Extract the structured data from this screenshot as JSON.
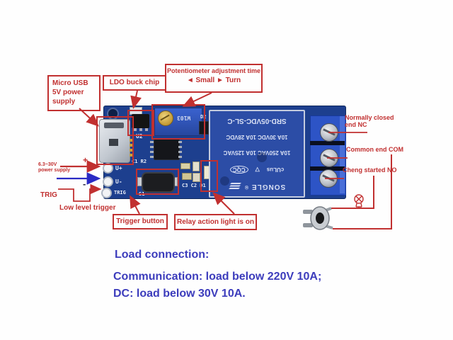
{
  "callouts": {
    "micro_usb": {
      "line1": "Micro USB",
      "line2": "5V power",
      "line3": "supply"
    },
    "ldo": {
      "label": "LDO buck chip"
    },
    "potentiometer": {
      "line1": "Potentiometer adjustment time",
      "small": "Small",
      "turn": "Turn"
    },
    "trigger_button": {
      "label": "Trigger button"
    },
    "relay_light": {
      "label": "Relay action light is on"
    }
  },
  "labels": {
    "nc_line1": "Normally closed",
    "nc_line2": "end NC",
    "com": "Common end COM",
    "no": "Cheng started NO",
    "supply_line1": "6.3~30V",
    "supply_line2": "power supply",
    "plus": "+",
    "minus": "-",
    "trig": "TRIG",
    "low_level": "Low level trigger"
  },
  "icons": {
    "arrow_left": "◄",
    "arrow_right": "►"
  },
  "pcb": {
    "silkscreen": {
      "u2": "U2",
      "c1_r2": "C1 R2",
      "s1": "S1",
      "c3_c2_d1": "C3 C2 D1",
      "d2": "D2",
      "pad_u_plus": "U+",
      "pad_u_minus": "U-",
      "pad_trig": "TRIG",
      "pot_code": "W103"
    },
    "relay": {
      "brand": "SONGLE",
      "reg": "®",
      "cert_ul": "cULus",
      "cert_triangle": "▽",
      "cert_cqc": "CQC",
      "rating_ac": "10A 250VAC  10A 125VAC",
      "rating_dc": "10A 30VDC   10A 28VDC",
      "model": "SRD-05VDC-SL-C"
    }
  },
  "footer": {
    "heading": "Load connection:",
    "line2": "Communication: load below 220V 10A;",
    "line3": "DC: load below 30V 10A."
  },
  "colors": {
    "annotation_red": "#c13030",
    "blue_arrow": "#2a2ac4",
    "footer_blue": "#3c3cbc",
    "pcb_blue": "#1d3f8e",
    "relay_blue": "#2c4da6",
    "terminal_blue": "#2d54c6"
  }
}
